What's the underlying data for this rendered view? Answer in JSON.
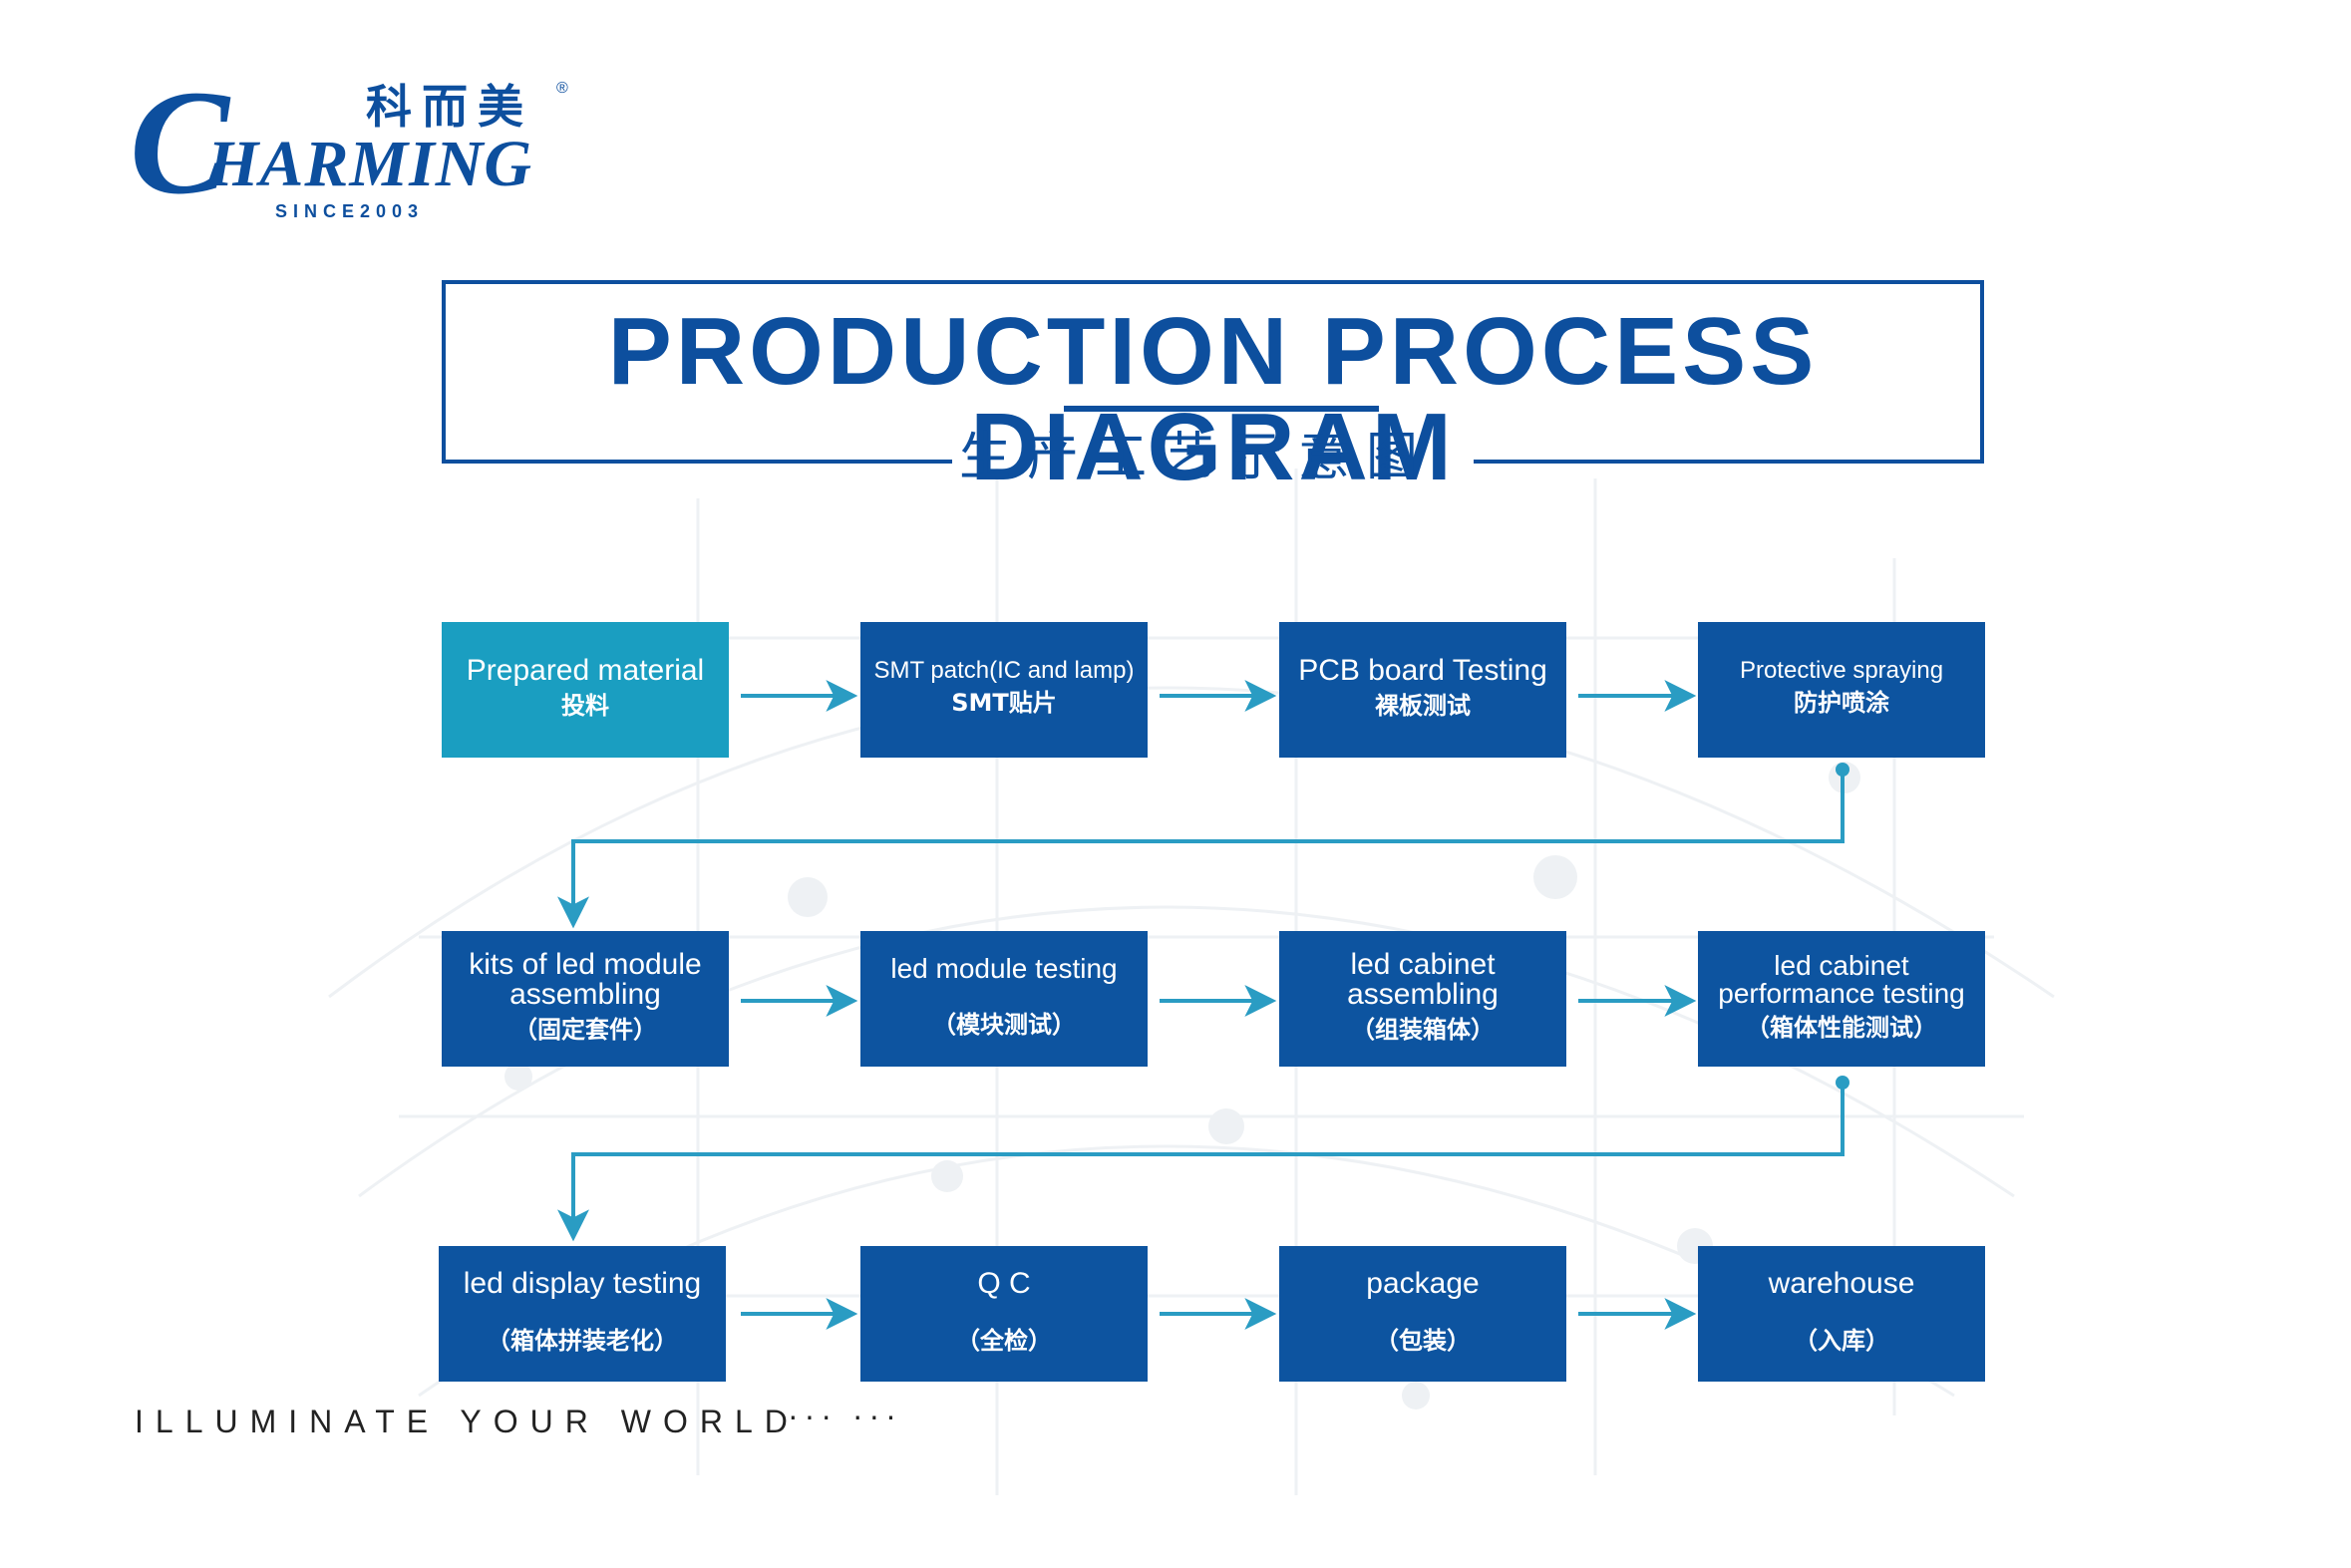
{
  "logo": {
    "initial": "C",
    "rest": "HARMING",
    "chinese": "科而美",
    "registered": "®",
    "since": "SINCE2003"
  },
  "title": {
    "main": "PRODUCTION PROCESS DIAGRAM",
    "subtitle": "生产工艺示意图"
  },
  "steps": [
    {
      "en": "Prepared material",
      "cn": "投料"
    },
    {
      "en": "SMT patch(IC and lamp)",
      "cn": "SMT贴片"
    },
    {
      "en": "PCB board Testing",
      "cn": "裸板测试"
    },
    {
      "en": "Protective spraying",
      "cn": "防护喷涂"
    },
    {
      "en": "kits of led module assembling",
      "cn": "（固定套件）"
    },
    {
      "en": "led module testing",
      "cn": "（模块测试）"
    },
    {
      "en": "led cabinet assembling",
      "cn": "（组装箱体）"
    },
    {
      "en": "led cabinet performance testing",
      "cn": "（箱体性能测试）"
    },
    {
      "en": "led display testing",
      "cn": "（箱体拼装老化）"
    },
    {
      "en": "Q C",
      "cn": "（全检）"
    },
    {
      "en": "package",
      "cn": "（包装）"
    },
    {
      "en": "warehouse",
      "cn": "（入库）"
    }
  ],
  "tagline": "ILLUMINATE YOUR WORLD",
  "tagline_dots": "··· ···",
  "colors": {
    "brand": "#0d4f9e",
    "box": "#0d54a0",
    "active_box": "#1a9ec1",
    "arrow": "#2a9cc3"
  }
}
